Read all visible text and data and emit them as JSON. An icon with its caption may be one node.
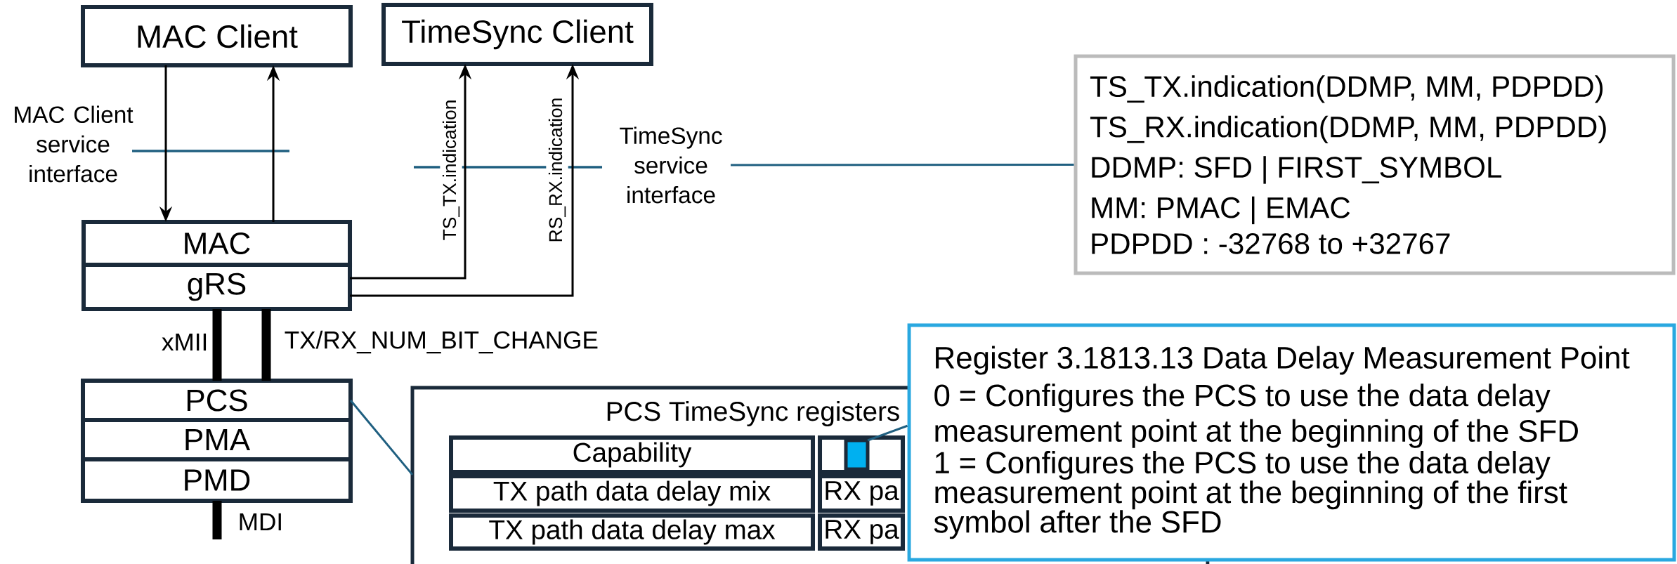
{
  "diagram": {
    "nodes": [
      {
        "text": [
          "MAC Client"
        ]
      },
      {
        "text": [
          "TimeSync Client"
        ]
      },
      {
        "text": [
          "MAC Client service interface"
        ]
      },
      {
        "text": [
          "TimeSync service interface"
        ]
      },
      {
        "text": [
          "TS_TX.indication(DDMP, MM, PDPDD)",
          "TS_RX.indication(DDMP, MM, PDPDD)",
          "DDMP: SFD | FIRST_SYMBOL",
          "MM: PMAC | EMAC",
          "PDPDD : -32768 to +32767"
        ]
      },
      {
        "text": [
          "MAC"
        ]
      },
      {
        "text": [
          "gRS"
        ]
      },
      {
        "text": [
          "PCS"
        ]
      },
      {
        "text": [
          "PMA"
        ]
      },
      {
        "text": [
          "PMD"
        ]
      },
      {
        "text": [
          "PCS TimeSync registers"
        ]
      },
      {
        "text": [
          "Capability"
        ],
        "in": 10
      },
      {
        "text": [],
        "shape": "box",
        "in": 10
      },
      {
        "text": [],
        "shape": "box",
        "in": 12
      },
      {
        "text": [
          "TX path data delay mix"
        ],
        "in": 10
      },
      {
        "text": [
          "RX pa"
        ],
        "in": 10
      },
      {
        "text": [
          "TX path data delay max"
        ],
        "in": 10
      },
      {
        "text": [
          "RX pa"
        ],
        "in": 10
      },
      {
        "text": [
          "Register 3.1813.13 Data Delay Measurement Point",
          "0 = Configures the PCS to use the data delay measurement point at the beginning of the SFD",
          "1 = Configures the PCS to use the data delay measurement point at the beginning of the first symbol after the SFD"
        ]
      }
    ],
    "edges": [
      {
        "from": 0,
        "to": 5,
        "arrow": "to"
      },
      {
        "from": 5,
        "to": 0,
        "arrow": "to"
      },
      {
        "from": 6,
        "to": 1,
        "arrow": "to",
        "label": "TS_TX.indication"
      },
      {
        "from": 6,
        "to": 1,
        "arrow": "to",
        "label": "RS_RX.indication"
      },
      {
        "from": 3,
        "to": 4,
        "arrow": "none",
        "color": "#1f5f80"
      },
      {
        "from": 6,
        "to": 7,
        "arrow": "none",
        "style": "thick",
        "label": "xMII"
      },
      {
        "from": 6,
        "to": 7,
        "arrow": "none",
        "style": "thick",
        "label": "TX/RX_NUM_BIT_CHANGE"
      },
      {
        "from": 9,
        "to": null,
        "arrow": "none",
        "style": "thick",
        "label": "MDI"
      },
      {
        "from": 7,
        "to": 10,
        "arrow": "none",
        "color": "#1f5f80"
      },
      {
        "from": 18,
        "to": 13,
        "arrow": "none",
        "color": "#1f5f80"
      }
    ]
  }
}
